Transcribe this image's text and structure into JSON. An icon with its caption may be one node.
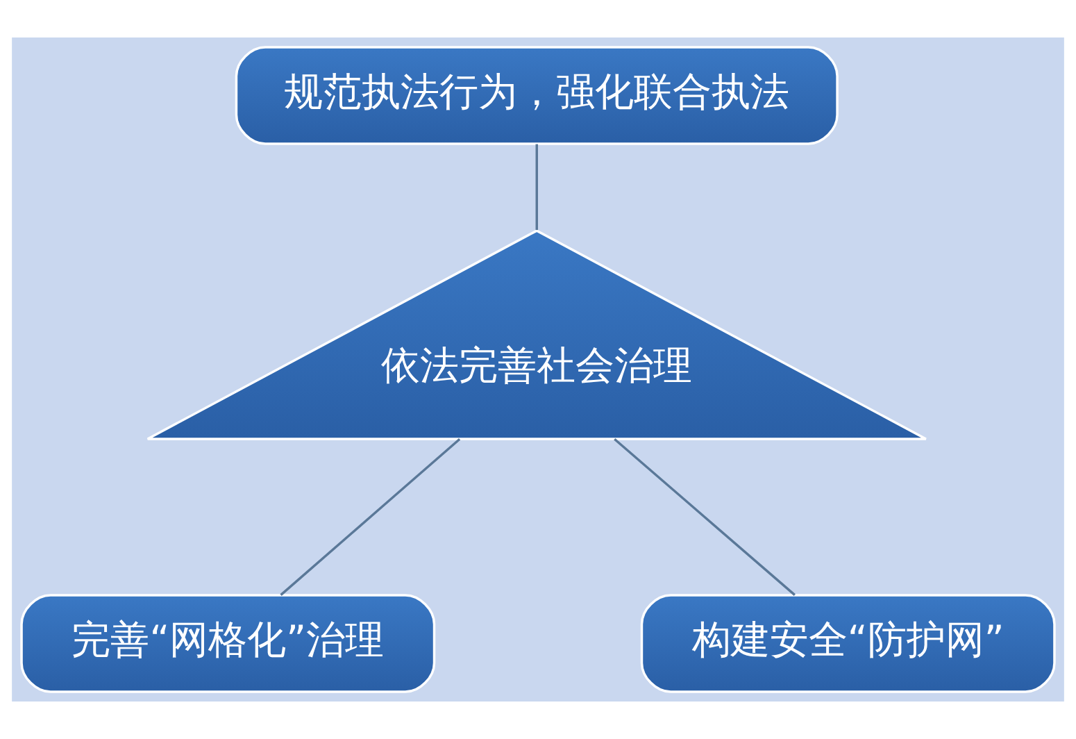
{
  "diagram": {
    "nodes": [
      {
        "text": [
          "规范执法行为，强化联合执法"
        ]
      },
      {
        "text": [
          "依法完善社会治理"
        ]
      },
      {
        "text": [
          "完善“网格化”治理"
        ]
      },
      {
        "text": [
          "构建安全“防护网”"
        ]
      }
    ],
    "edges": [
      {
        "from": 0,
        "to": 1,
        "arrow": "none"
      },
      {
        "from": 1,
        "to": 2,
        "arrow": "none"
      },
      {
        "from": 1,
        "to": 3,
        "arrow": "none"
      }
    ]
  }
}
